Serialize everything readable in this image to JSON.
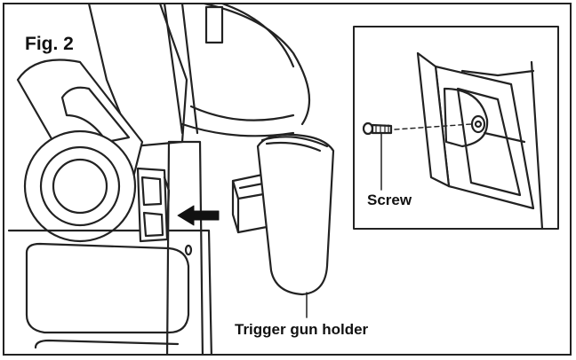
{
  "figure": {
    "title": "Fig. 2",
    "labels": {
      "screw": "Screw",
      "trigger_gun_holder": "Trigger gun holder"
    }
  },
  "colors": {
    "line": "#222222",
    "arrow": "#111111",
    "background": "#ffffff"
  },
  "icons": [
    "arrow-left-icon"
  ]
}
